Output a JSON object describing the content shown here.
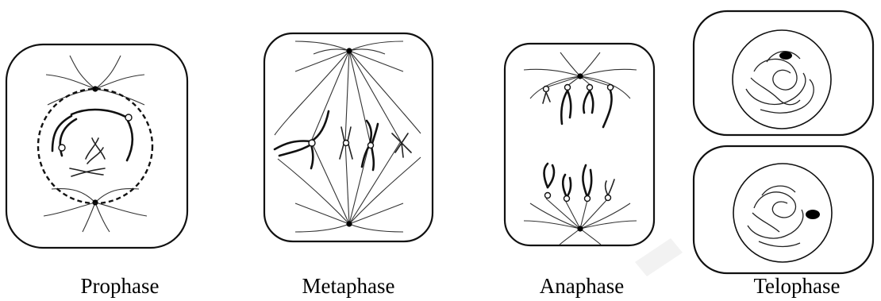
{
  "phases": [
    {
      "label": "Prophase"
    },
    {
      "label": "Metaphase"
    },
    {
      "label": "Anaphase"
    },
    {
      "label": "Telophase"
    }
  ]
}
